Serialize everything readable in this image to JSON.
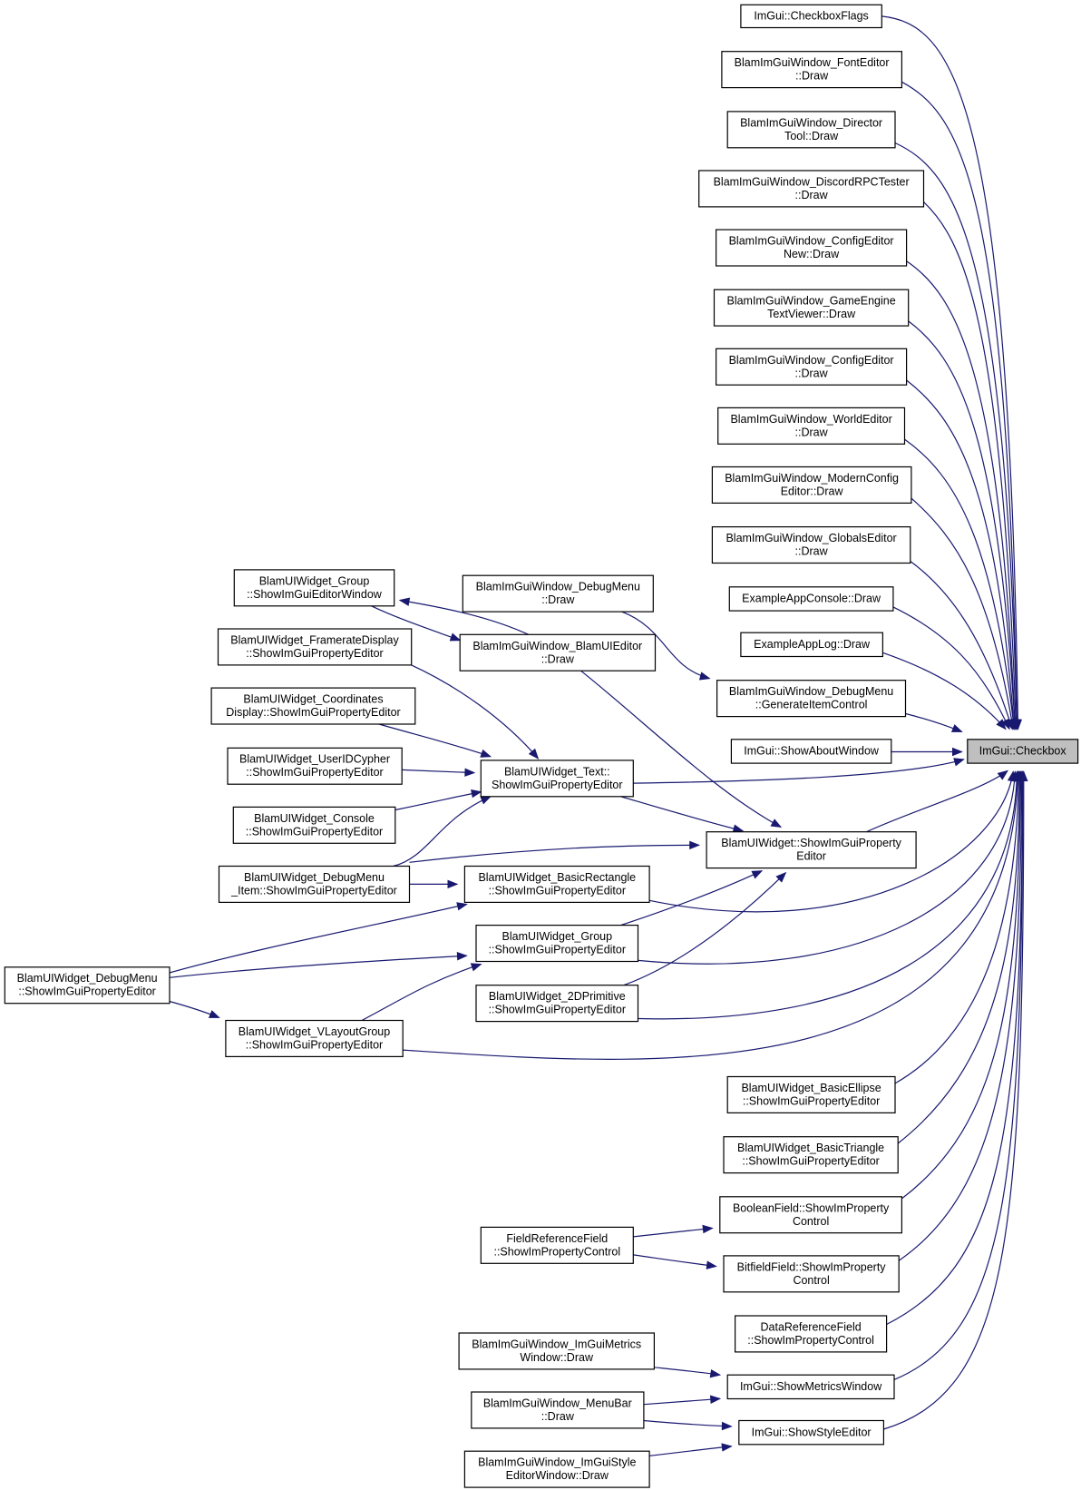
{
  "diagram": {
    "type": "doxygen-caller-graph",
    "colors": {
      "edge": "#191970",
      "node_border": "#000000",
      "node_fill": "#ffffff",
      "focus_fill": "#bfbfbf"
    },
    "nodes": [
      {
        "id": "checkbox",
        "lines": [
          "ImGui::Checkbox"
        ],
        "focus": true
      },
      {
        "id": "checkboxflags",
        "lines": [
          "ImGui::CheckboxFlags"
        ]
      },
      {
        "id": "fonteditor",
        "lines": [
          "BlamImGuiWindow_FontEditor",
          "::Draw"
        ]
      },
      {
        "id": "directortool",
        "lines": [
          "BlamImGuiWindow_Director",
          "Tool::Draw"
        ]
      },
      {
        "id": "discordrpc",
        "lines": [
          "BlamImGuiWindow_DiscordRPCTester",
          "::Draw"
        ]
      },
      {
        "id": "configeditornew",
        "lines": [
          "BlamImGuiWindow_ConfigEditor",
          "New::Draw"
        ]
      },
      {
        "id": "gameengine",
        "lines": [
          "BlamImGuiWindow_GameEngine",
          "TextViewer::Draw"
        ]
      },
      {
        "id": "configeditor",
        "lines": [
          "BlamImGuiWindow_ConfigEditor",
          "::Draw"
        ]
      },
      {
        "id": "worldeditor",
        "lines": [
          "BlamImGuiWindow_WorldEditor",
          "::Draw"
        ]
      },
      {
        "id": "modernconfig",
        "lines": [
          "BlamImGuiWindow_ModernConfig",
          "Editor::Draw"
        ]
      },
      {
        "id": "globalseditor",
        "lines": [
          "BlamImGuiWindow_GlobalsEditor",
          "::Draw"
        ]
      },
      {
        "id": "appconsole",
        "lines": [
          "ExampleAppConsole::Draw"
        ]
      },
      {
        "id": "applog",
        "lines": [
          "ExampleAppLog::Draw"
        ]
      },
      {
        "id": "debugmenu_gen",
        "lines": [
          "BlamImGuiWindow_DebugMenu",
          "::GenerateItemControl"
        ]
      },
      {
        "id": "showabout",
        "lines": [
          "ImGui::ShowAboutWindow"
        ]
      },
      {
        "id": "debugmenu_draw",
        "lines": [
          "BlamImGuiWindow_DebugMenu",
          "::Draw"
        ]
      },
      {
        "id": "uieditor",
        "lines": [
          "BlamImGuiWindow_BlamUIEditor",
          "::Draw"
        ]
      },
      {
        "id": "group_editorwin",
        "lines": [
          "BlamUIWidget_Group",
          "::ShowImGuiEditorWindow"
        ]
      },
      {
        "id": "framerate",
        "lines": [
          "BlamUIWidget_FramerateDisplay",
          "::ShowImGuiPropertyEditor"
        ]
      },
      {
        "id": "coords",
        "lines": [
          "BlamUIWidget_Coordinates",
          "Display::ShowImGuiPropertyEditor"
        ]
      },
      {
        "id": "useridcypher",
        "lines": [
          "BlamUIWidget_UserIDCypher",
          "::ShowImGuiPropertyEditor"
        ]
      },
      {
        "id": "console",
        "lines": [
          "BlamUIWidget_Console",
          "::ShowImGuiPropertyEditor"
        ]
      },
      {
        "id": "debugmenu_item",
        "lines": [
          "BlamUIWidget_DebugMenu",
          "_Item::ShowImGuiPropertyEditor"
        ]
      },
      {
        "id": "text",
        "lines": [
          "BlamUIWidget_Text::",
          "ShowImGuiPropertyEditor"
        ]
      },
      {
        "id": "widget",
        "lines": [
          "BlamUIWidget::ShowImGuiProperty",
          "Editor"
        ]
      },
      {
        "id": "basicrect",
        "lines": [
          "BlamUIWidget_BasicRectangle",
          "::ShowImGuiPropertyEditor"
        ]
      },
      {
        "id": "group_prop",
        "lines": [
          "BlamUIWidget_Group",
          "::ShowImGuiPropertyEditor"
        ]
      },
      {
        "id": "prim2d",
        "lines": [
          "BlamUIWidget_2DPrimitive",
          "::ShowImGuiPropertyEditor"
        ]
      },
      {
        "id": "debugmenu_prop",
        "lines": [
          "BlamUIWidget_DebugMenu",
          "::ShowImGuiPropertyEditor"
        ]
      },
      {
        "id": "vlayout",
        "lines": [
          "BlamUIWidget_VLayoutGroup",
          "::ShowImGuiPropertyEditor"
        ]
      },
      {
        "id": "ellipse",
        "lines": [
          "BlamUIWidget_BasicEllipse",
          "::ShowImGuiPropertyEditor"
        ]
      },
      {
        "id": "triangle",
        "lines": [
          "BlamUIWidget_BasicTriangle",
          "::ShowImGuiPropertyEditor"
        ]
      },
      {
        "id": "boolfield",
        "lines": [
          "BooleanField::ShowImProperty",
          "Control"
        ]
      },
      {
        "id": "fieldref",
        "lines": [
          "FieldReferenceField",
          "::ShowImPropertyControl"
        ]
      },
      {
        "id": "bitfield",
        "lines": [
          "BitfieldField::ShowImProperty",
          "Control"
        ]
      },
      {
        "id": "dataref",
        "lines": [
          "DataReferenceField",
          "::ShowImPropertyControl"
        ]
      },
      {
        "id": "metricswin",
        "lines": [
          "BlamImGuiWindow_ImGuiMetrics",
          "Window::Draw"
        ]
      },
      {
        "id": "showmetrics",
        "lines": [
          "ImGui::ShowMetricsWindow"
        ]
      },
      {
        "id": "menubar",
        "lines": [
          "BlamImGuiWindow_MenuBar",
          "::Draw"
        ]
      },
      {
        "id": "showstyle",
        "lines": [
          "ImGui::ShowStyleEditor"
        ]
      },
      {
        "id": "styleeditorwin",
        "lines": [
          "BlamImGuiWindow_ImGuiStyle",
          "EditorWindow::Draw"
        ]
      }
    ],
    "edges": [
      {
        "from": "checkboxflags",
        "to": "checkbox"
      },
      {
        "from": "fonteditor",
        "to": "checkbox"
      },
      {
        "from": "directortool",
        "to": "checkbox"
      },
      {
        "from": "discordrpc",
        "to": "checkbox"
      },
      {
        "from": "configeditornew",
        "to": "checkbox"
      },
      {
        "from": "gameengine",
        "to": "checkbox"
      },
      {
        "from": "configeditor",
        "to": "checkbox"
      },
      {
        "from": "worldeditor",
        "to": "checkbox"
      },
      {
        "from": "modernconfig",
        "to": "checkbox"
      },
      {
        "from": "globalseditor",
        "to": "checkbox"
      },
      {
        "from": "appconsole",
        "to": "checkbox"
      },
      {
        "from": "applog",
        "to": "checkbox"
      },
      {
        "from": "debugmenu_gen",
        "to": "checkbox"
      },
      {
        "from": "showabout",
        "to": "checkbox"
      },
      {
        "from": "text",
        "to": "checkbox"
      },
      {
        "from": "widget",
        "to": "checkbox"
      },
      {
        "from": "basicrect",
        "to": "checkbox"
      },
      {
        "from": "group_prop",
        "to": "checkbox"
      },
      {
        "from": "prim2d",
        "to": "checkbox"
      },
      {
        "from": "vlayout",
        "to": "checkbox"
      },
      {
        "from": "ellipse",
        "to": "checkbox"
      },
      {
        "from": "triangle",
        "to": "checkbox"
      },
      {
        "from": "boolfield",
        "to": "checkbox"
      },
      {
        "from": "bitfield",
        "to": "checkbox"
      },
      {
        "from": "dataref",
        "to": "checkbox"
      },
      {
        "from": "showmetrics",
        "to": "checkbox"
      },
      {
        "from": "showstyle",
        "to": "checkbox"
      },
      {
        "from": "debugmenu_draw",
        "to": "debugmenu_gen"
      },
      {
        "from": "uieditor",
        "to": "group_editorwin"
      },
      {
        "from": "group_editorwin",
        "to": "uieditor"
      },
      {
        "from": "uieditor",
        "to": "widget"
      },
      {
        "from": "framerate",
        "to": "text"
      },
      {
        "from": "coords",
        "to": "text"
      },
      {
        "from": "useridcypher",
        "to": "text"
      },
      {
        "from": "console",
        "to": "text"
      },
      {
        "from": "debugmenu_item",
        "to": "text"
      },
      {
        "from": "text",
        "to": "widget"
      },
      {
        "from": "debugmenu_item",
        "to": "widget"
      },
      {
        "from": "debugmenu_item",
        "to": "basicrect"
      },
      {
        "from": "group_prop",
        "to": "widget"
      },
      {
        "from": "prim2d",
        "to": "widget"
      },
      {
        "from": "debugmenu_prop",
        "to": "basicrect"
      },
      {
        "from": "debugmenu_prop",
        "to": "group_prop"
      },
      {
        "from": "debugmenu_prop",
        "to": "vlayout"
      },
      {
        "from": "vlayout",
        "to": "group_prop"
      },
      {
        "from": "fieldref",
        "to": "boolfield"
      },
      {
        "from": "fieldref",
        "to": "bitfield"
      },
      {
        "from": "metricswin",
        "to": "showmetrics"
      },
      {
        "from": "menubar",
        "to": "showmetrics"
      },
      {
        "from": "menubar",
        "to": "showstyle"
      },
      {
        "from": "styleeditorwin",
        "to": "showstyle"
      }
    ]
  }
}
